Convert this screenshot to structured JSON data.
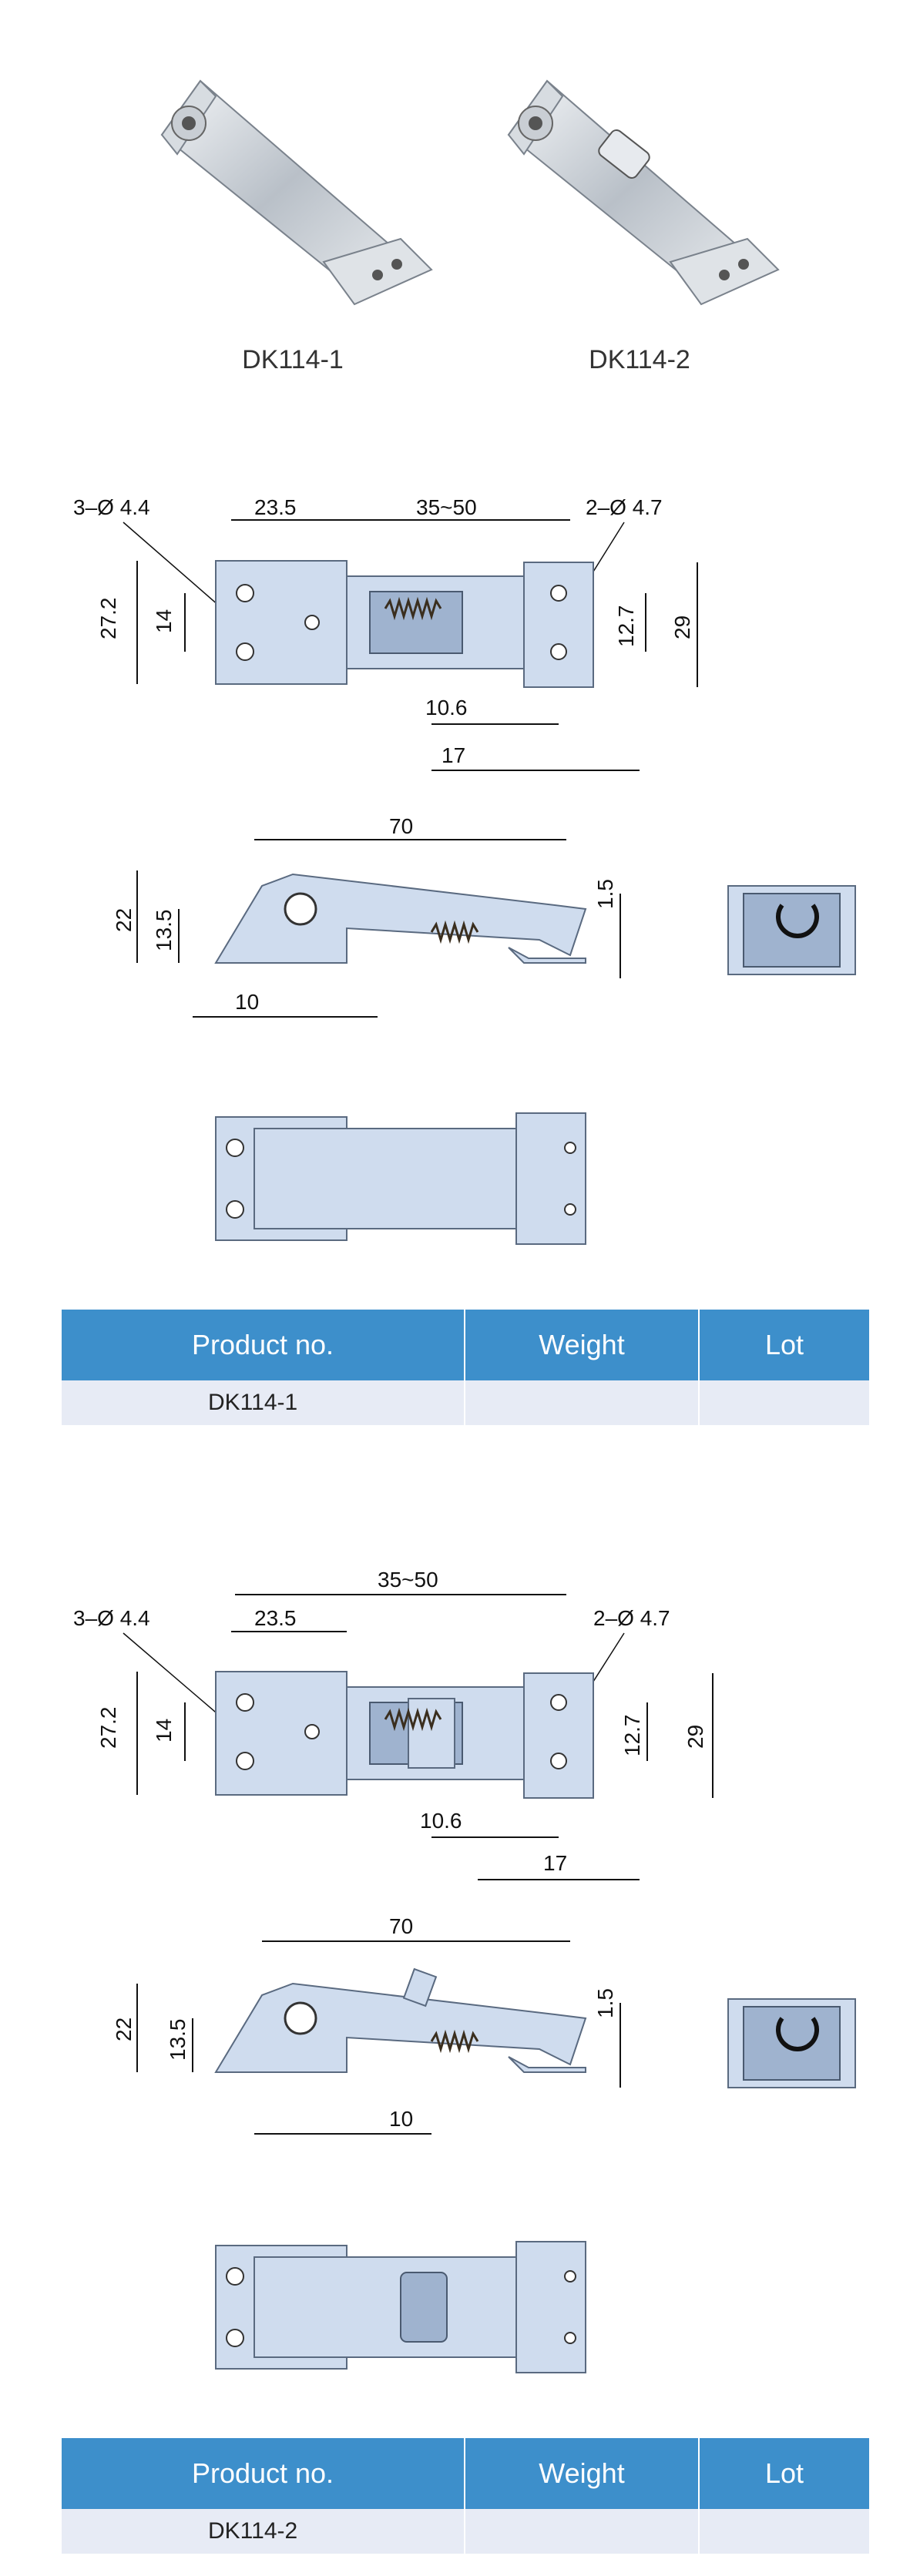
{
  "products": [
    {
      "caption": "DK114-1"
    },
    {
      "caption": "DK114-2"
    }
  ],
  "drawings": {
    "top": {
      "holes_left": "3–Ø 4.4",
      "d_23_5": "23.5",
      "range": "35~50",
      "holes_right": "2–Ø 4.7",
      "d_27_2": "27.2",
      "d_14": "14",
      "d_12_7": "12.7",
      "d_29": "29",
      "d_10_6": "10.6",
      "d_17": "17"
    },
    "side": {
      "d_70": "70",
      "d_22": "22",
      "d_13_5": "13.5",
      "d_1_5": "1.5",
      "d_10": "10"
    }
  },
  "tables": [
    {
      "headers": [
        "Product no.",
        "Weight",
        "Lot"
      ],
      "row": [
        "DK114-1",
        "",
        ""
      ]
    },
    {
      "headers": [
        "Product no.",
        "Weight",
        "Lot"
      ],
      "row": [
        "DK114-2",
        "",
        ""
      ]
    }
  ]
}
